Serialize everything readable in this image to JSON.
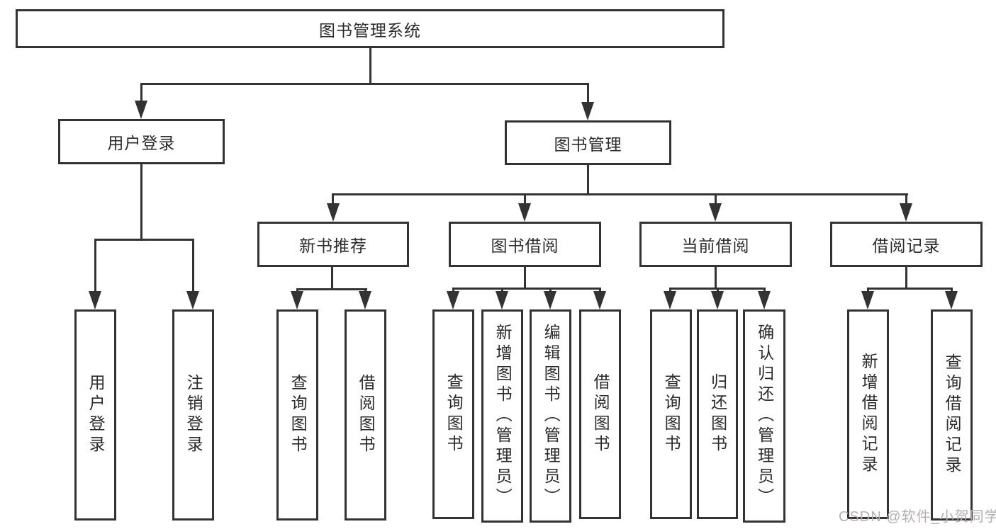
{
  "diagram_title": "图书管理系统",
  "tree": {
    "root": {
      "label": "图书管理系统"
    },
    "branches": [
      {
        "label": "用户登录",
        "children": [
          {
            "label": "用户登录"
          },
          {
            "label": "注销登录"
          }
        ]
      },
      {
        "label": "图书管理",
        "children": [
          {
            "label": "新书推荐",
            "children": [
              {
                "label": "查询图书"
              },
              {
                "label": "借阅图书"
              }
            ]
          },
          {
            "label": "图书借阅",
            "children": [
              {
                "label": "查询图书"
              },
              {
                "label": "新增图书（管理员）"
              },
              {
                "label": "编辑图书（管理员）"
              },
              {
                "label": "借阅图书"
              }
            ]
          },
          {
            "label": "当前借阅",
            "children": [
              {
                "label": "查询图书"
              },
              {
                "label": "归还图书"
              },
              {
                "label": "确认归还（管理员）"
              }
            ]
          },
          {
            "label": "借阅记录",
            "children": [
              {
                "label": "新增借阅记录"
              },
              {
                "label": "查询借阅记录"
              }
            ]
          }
        ]
      }
    ]
  },
  "watermark": {
    "text": "CSDN @软件_小贺同学"
  },
  "colors": {
    "line": "#333333",
    "text": "#2b2b2b",
    "watermark": "#b5b0b0",
    "background": "#ffffff"
  }
}
